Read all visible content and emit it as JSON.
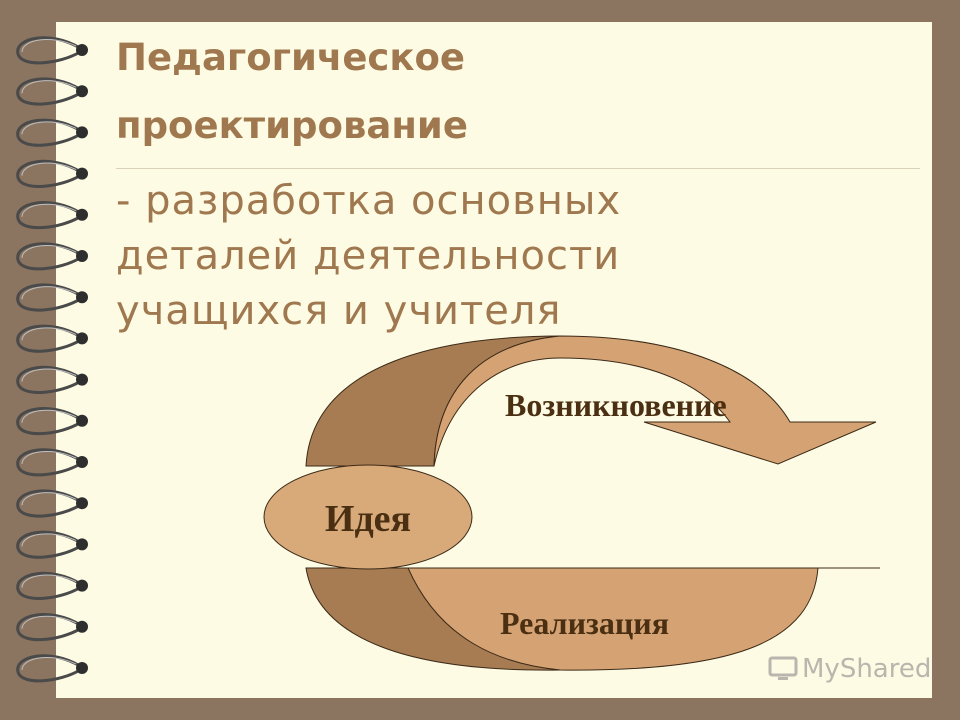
{
  "slide": {
    "title_line1": "Педагогическое",
    "title_line2": "проектирование",
    "definition": "- разработка основных деталей деятельности учащихся и учителя"
  },
  "diagram": {
    "center_label": "Идея",
    "top_label": "Возникновение",
    "bottom_label": "Реализация",
    "colors": {
      "dark_arc": "#a87c52",
      "light_arc": "#d5a373",
      "ellipse": "#d8aa7a",
      "label": "#4a2f12"
    }
  },
  "watermark": {
    "text": "MyShared",
    "icon": "monitor-icon"
  },
  "colors": {
    "background": "#8b7560",
    "page": "#fdfbe3",
    "title": "#a0784f",
    "spiral": "#555555"
  }
}
